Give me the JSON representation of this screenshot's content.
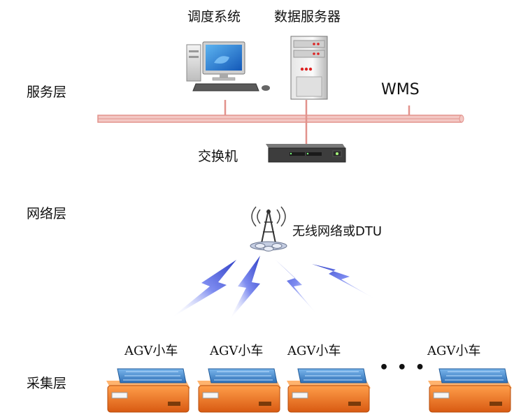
{
  "layers": {
    "service": "服务层",
    "network": "网络层",
    "collection": "采集层"
  },
  "nodes": {
    "dispatch": "调度系统",
    "server": "数据服务器",
    "wms": "WMS",
    "switch": "交换机",
    "wireless": "无线网络或DTU"
  },
  "agvs": [
    {
      "label": "AGV小车"
    },
    {
      "label": "AGV小车"
    },
    {
      "label": "AGV小车"
    },
    {
      "label": "AGV小车"
    }
  ],
  "ellipsis": "• • •",
  "colors": {
    "bus": "#e2928c",
    "lightning": "#5566dd",
    "agv_body": "#f07a22",
    "agv_pallet": "#4f8fd0",
    "tower": "#334455"
  }
}
